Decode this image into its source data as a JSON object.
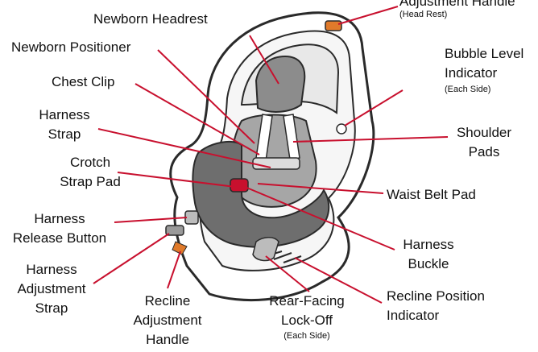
{
  "labels": {
    "newborn_headrest": "Newborn Headrest",
    "adjustment_handle_top": "Adjustment Handle",
    "head_rest": "(Head Rest)",
    "newborn_positioner": "Newborn Positioner",
    "bubble_level_1": "Bubble Level",
    "bubble_level_2": "Indicator",
    "each_side_1": "(Each Side)",
    "chest_clip": "Chest Clip",
    "harness_strap_1": "Harness",
    "harness_strap_2": "Strap",
    "shoulder_pads_1": "Shoulder",
    "shoulder_pads_2": "Pads",
    "crotch_strap_pad_1": "Crotch",
    "crotch_strap_pad_2": "Strap Pad",
    "waist_belt_pad": "Waist Belt Pad",
    "harness_release_1": "Harness",
    "harness_release_2": "Release Button",
    "harness_buckle_1": "Harness",
    "harness_buckle_2": "Buckle",
    "harness_adjust_1": "Harness",
    "harness_adjust_2": "Adjustment",
    "harness_adjust_3": "Strap",
    "recline_handle_1": "Recline",
    "recline_handle_2": "Adjustment",
    "recline_handle_3": "Handle",
    "rear_facing_1": "Rear-Facing",
    "rear_facing_2": "Lock-Off",
    "each_side_2": "(Each Side)",
    "recline_position_1": "Recline Position",
    "recline_position_2": "Indicator"
  },
  "colors": {
    "leader_line": "#c8102e",
    "seat_outline": "#2a2a2a",
    "cushion": "#8c8c8c",
    "accent": "#e07a2a"
  }
}
